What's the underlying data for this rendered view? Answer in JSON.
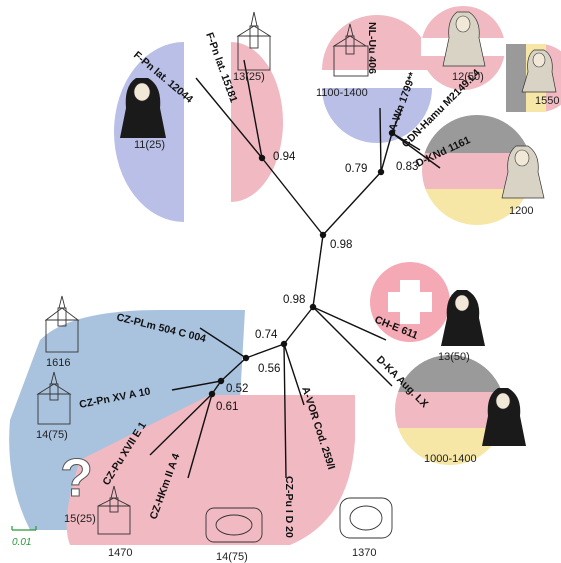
{
  "colors": {
    "blue": "#b9bfe6",
    "red": "#f1b9c2",
    "gray": "#9a9a9a",
    "yellow": "#f6e7a6",
    "light_blue": "#a9c3de",
    "swiss_red": "#f4a9b4"
  },
  "scale_bar": {
    "label": "0.01"
  },
  "supports": {
    "n1": "0.94",
    "n2": "0.79",
    "n3": "0.83",
    "n4": "0.98",
    "n5": "0.98",
    "n6": "0.74",
    "n7": "0.56",
    "n8": "0.52",
    "n9": "0.61"
  },
  "tips": [
    {
      "id": "fpn12044",
      "label": "F-Pn lat. 12044"
    },
    {
      "id": "fpn15181",
      "label": "F-Pn lat. 15181"
    },
    {
      "id": "nluu406",
      "label": "NL-Uu 406"
    },
    {
      "id": "awn1799",
      "label": "A-Wn 1799**"
    },
    {
      "id": "cdn",
      "label": "CDN-Hamu M2149.L4"
    },
    {
      "id": "dknd",
      "label": "D-KNd 1161"
    },
    {
      "id": "che611",
      "label": "CH-E 611"
    },
    {
      "id": "dka",
      "label": "D-KA Aug. LX"
    },
    {
      "id": "czplm",
      "label": "CZ-PLm 504 C 004"
    },
    {
      "id": "czpnxv",
      "label": "CZ-Pn XV A 10"
    },
    {
      "id": "czpuxvii",
      "label": "CZ-Pu XVII E 1"
    },
    {
      "id": "czhkm",
      "label": "CZ-HKm II A 4"
    },
    {
      "id": "avor",
      "label": "A-VOR Cod. 259/I"
    },
    {
      "id": "czpuid20",
      "label": "CZ-Pu I D 20"
    }
  ],
  "groups": {
    "france_nun": "11(25)",
    "france_church": "13(25)",
    "nl": "1100-1400",
    "austria_nun": "12(50)",
    "canada": "1550",
    "germany_top": "1200",
    "swiss": "13(50)",
    "germany_bottom": "1000-1400",
    "cz_1616": "1616",
    "cz_14_75": "14(75)",
    "cz_15_25": "15(25)",
    "cz_1470": "1470",
    "cz_14_75b": "14(75)",
    "austria_1370": "1370"
  }
}
